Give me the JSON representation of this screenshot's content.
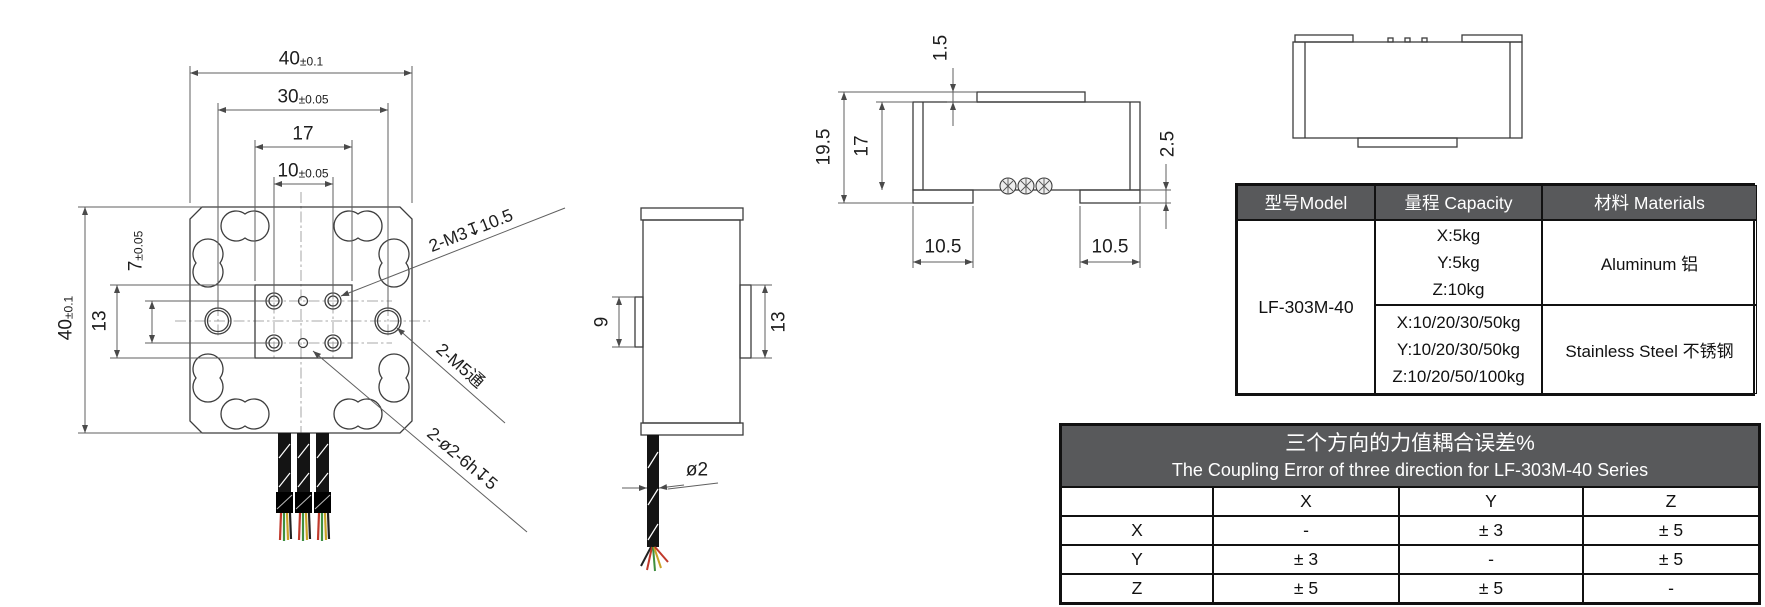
{
  "front_view": {
    "dim_top_40": {
      "v": "40",
      "t": "±0.1"
    },
    "dim_top_30": {
      "v": "30",
      "t": "±0.05"
    },
    "dim_top_17": {
      "v": "17",
      "t": ""
    },
    "dim_top_10": {
      "v": "10",
      "t": "±0.05"
    },
    "dim_left_40": {
      "v": "40",
      "t": "±0.1"
    },
    "dim_left_13": {
      "v": "13",
      "t": ""
    },
    "dim_left_7": {
      "v": "7",
      "t": "±0.05"
    },
    "note_m3": "2-M3↧10.5",
    "note_m5": "2-M5通",
    "note_pin": "2-ø2-6h↧5"
  },
  "side_view": {
    "dim_9": "9",
    "dim_13": "13",
    "dim_cable": "ø2"
  },
  "profile_view": {
    "dim_1_5": "1.5",
    "dim_19_5": "19.5",
    "dim_17": "17",
    "dim_2_5": "2.5",
    "dim_10_5_left": "10.5",
    "dim_10_5_right": "10.5"
  },
  "spec_table": {
    "headers": [
      "型号Model",
      "量程 Capacity",
      "材料 Materials"
    ],
    "model": "LF-303M-40",
    "row1": {
      "capacity": [
        "X:5kg",
        "Y:5kg",
        "Z:10kg"
      ],
      "material": "Aluminum 铝"
    },
    "row2": {
      "capacity": [
        "X:10/20/30/50kg",
        "Y:10/20/30/50kg",
        "Z:10/20/50/100kg"
      ],
      "material": "Stainless Steel 不锈钢"
    }
  },
  "coupling_table": {
    "title_zh": "三个方向的力值耦合误差%",
    "title_en": "The Coupling Error of three direction for LF-303M-40 Series",
    "col_headers": [
      "",
      "X",
      "Y",
      "Z"
    ],
    "rows": [
      {
        "label": "X",
        "c1": "-",
        "c2": "± 3",
        "c3": "± 5"
      },
      {
        "label": "Y",
        "c1": "± 3",
        "c2": "-",
        "c3": "± 5"
      },
      {
        "label": "Z",
        "c1": "± 5",
        "c2": "± 5",
        "c3": "-"
      }
    ]
  },
  "colors": {
    "header_bg": "#58595B",
    "line": "#3d3d3d",
    "wire_red": "#c0392b",
    "wire_green": "#3f8f3f",
    "wire_yellow": "#c9a227",
    "wire_black": "#222222"
  }
}
